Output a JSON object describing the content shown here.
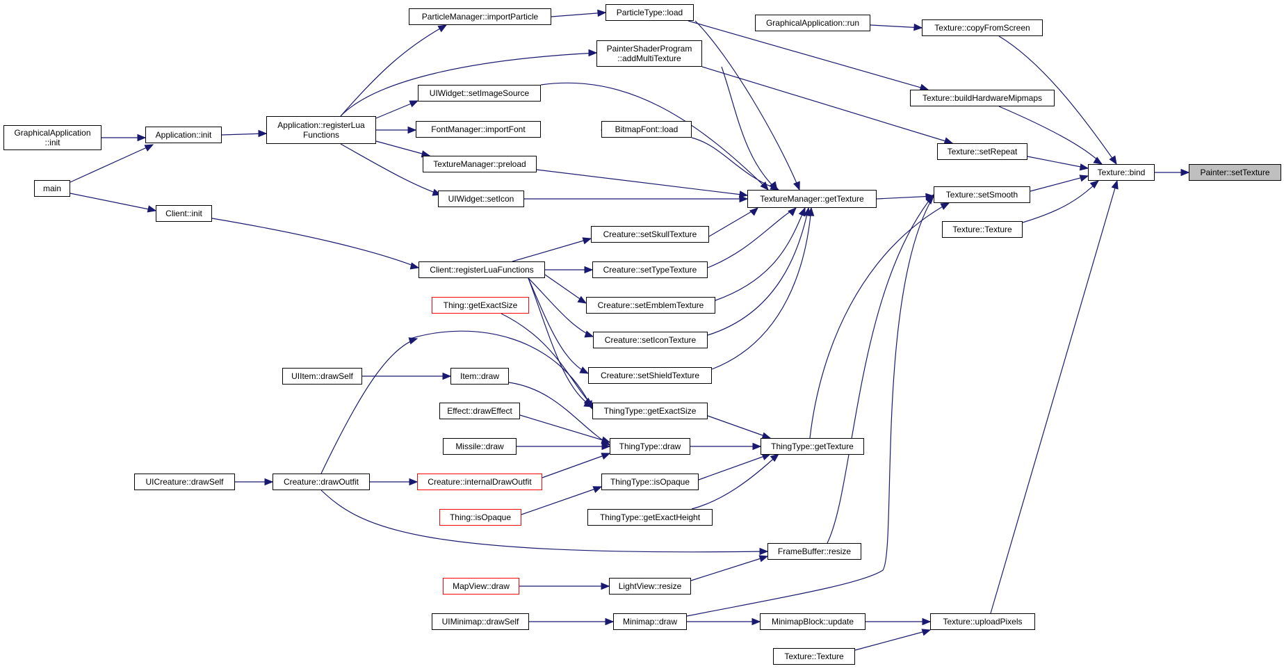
{
  "diagram": {
    "colors": {
      "edge": "#191970",
      "node_border": "#000000",
      "truncated_border": "#ff0000",
      "focus_fill": "#bfbfbf",
      "background": "#ffffff"
    },
    "nodes": {
      "ga_init": "GraphicalApplication\n::init",
      "main": "main",
      "app_init": "Application::init",
      "client_init": "Client::init",
      "app_reg": "Application::registerLua\nFunctions",
      "pm_import": "ParticleManager::importParticle",
      "pt_load": "ParticleType::load",
      "psp_add": "PainterShaderProgram\n::addMultiTexture",
      "ui_setimg": "UIWidget::setImageSource",
      "fm_import": "FontManager::importFont",
      "bf_load": "BitmapFont::load",
      "tm_preload": "TextureManager::preload",
      "ui_seticon": "UIWidget::setIcon",
      "tm_get": "TextureManager::getTexture",
      "client_reg": "Client::registerLuaFunctions",
      "cr_skull": "Creature::setSkullTexture",
      "cr_type": "Creature::setTypeTexture",
      "cr_emblem": "Creature::setEmblemTexture",
      "cr_icon": "Creature::setIconTexture",
      "cr_shield": "Creature::setShieldTexture",
      "thing_size": "Thing::getExactSize",
      "uiitem": "UIItem::drawSelf",
      "item_draw": "Item::draw",
      "tt_size": "ThingType::getExactSize",
      "effect": "Effect::drawEffect",
      "missile": "Missile::draw",
      "tt_draw": "ThingType::draw",
      "tt_gettex": "ThingType::getTexture",
      "uicreature": "UICreature::drawSelf",
      "cr_outfit": "Creature::drawOutfit",
      "cr_internal": "Creature::internalDrawOutfit",
      "tt_opaque": "ThingType::isOpaque",
      "thing_opaque": "Thing::isOpaque",
      "tt_height": "ThingType::getExactHeight",
      "fb_resize": "FrameBuffer::resize",
      "mapview": "MapView::draw",
      "lv_resize": "LightView::resize",
      "uiminimap": "UIMinimap::drawSelf",
      "minimap": "Minimap::draw",
      "mb_update": "MinimapBlock::update",
      "tex_ctor2": "Texture::Texture",
      "tex_upload": "Texture::uploadPixels",
      "ga_run": "GraphicalApplication::run",
      "tex_copy": "Texture::copyFromScreen",
      "tex_mip": "Texture::buildHardwareMipmaps",
      "tex_repeat": "Texture::setRepeat",
      "tex_smooth": "Texture::setSmooth",
      "tex_ctor1": "Texture::Texture",
      "tex_bind": "Texture::bind",
      "painter": "Painter::setTexture"
    }
  }
}
